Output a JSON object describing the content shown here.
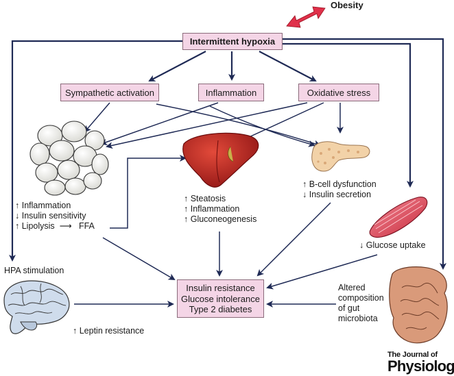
{
  "nodes": {
    "obesity": "Obesity",
    "hypoxia": "Intermittent hypoxia",
    "sympathetic": "Sympathetic activation",
    "inflammation": "Inflammation",
    "oxidative": "Oxidative stress",
    "outcome": [
      "Insulin resistance",
      "Glucose intolerance",
      "Type 2 diabetes"
    ]
  },
  "fat_effects": [
    "↑ Inflammation",
    "↓ Insulin sensitivity",
    "↑ Lipolysis  ⟶   FFA"
  ],
  "liver_effects": [
    "↑ Steatosis",
    "↑ Inflammation",
    "↑ Gluconeogenesis"
  ],
  "pancreas_effects": [
    "↑ B-cell dysfunction",
    "↓ Insulin secretion"
  ],
  "muscle_effect": "↓ Glucose uptake",
  "hpa": "HPA stimulation",
  "leptin": "↑ Leptin resistance",
  "gut": [
    "Altered",
    "composition",
    "of gut",
    "microbiota"
  ],
  "journal": {
    "line1": "The Journal of",
    "line2": "Physiology"
  },
  "colors": {
    "arrow": "#1f2a55",
    "box_fill": "#f4d5e6",
    "obesity_arrow": "#e0304a",
    "fat_cell": "#f0f0ec",
    "liver": "#c0282a",
    "pancreas": "#f2d2a8",
    "muscle": "#e04a5a",
    "brain": "#cfdcec",
    "gut": "#d99a7a"
  }
}
